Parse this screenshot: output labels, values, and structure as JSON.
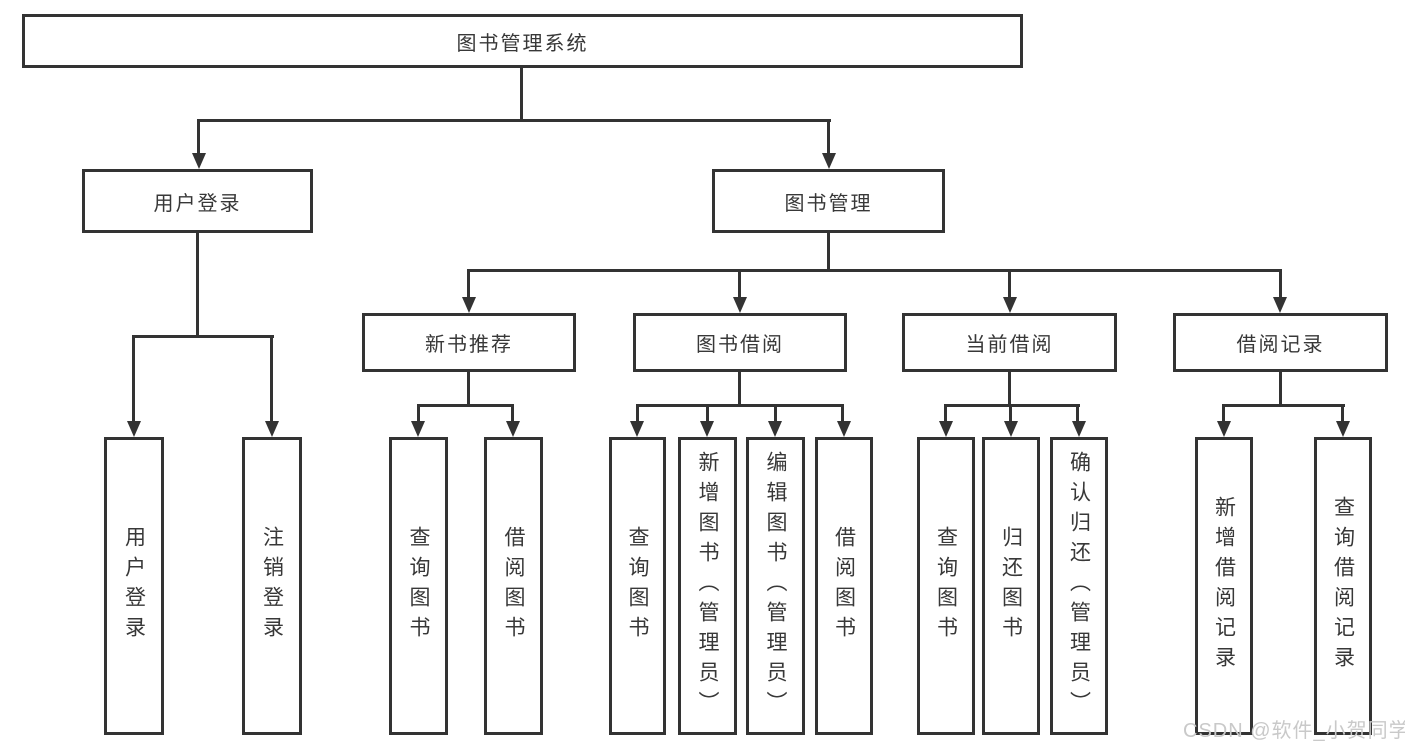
{
  "tree": {
    "root": {
      "label": "图书管理系统"
    },
    "branches": [
      {
        "label": "用户登录",
        "children": [
          {
            "label": "用户登录"
          },
          {
            "label": "注销登录"
          }
        ]
      },
      {
        "label": "图书管理",
        "children": [
          {
            "label": "新书推荐",
            "children": [
              {
                "label": "查询图书"
              },
              {
                "label": "借阅图书"
              }
            ]
          },
          {
            "label": "图书借阅",
            "children": [
              {
                "label": "查询图书"
              },
              {
                "label": "新增图书（管理员）"
              },
              {
                "label": "编辑图书（管理员）"
              },
              {
                "label": "借阅图书"
              }
            ]
          },
          {
            "label": "当前借阅",
            "children": [
              {
                "label": "查询图书"
              },
              {
                "label": "归还图书"
              },
              {
                "label": "确认归还（管理员）"
              }
            ]
          },
          {
            "label": "借阅记录",
            "children": [
              {
                "label": "新增借阅记录"
              },
              {
                "label": "查询借阅记录"
              }
            ]
          }
        ]
      }
    ]
  },
  "watermark": {
    "text": "CSDN @软件_小贺同学",
    "color": "#c9c9c9"
  },
  "colors": {
    "line": "#333333",
    "text": "#383838",
    "background": "#ffffff",
    "box_fill": "#ffffff"
  }
}
